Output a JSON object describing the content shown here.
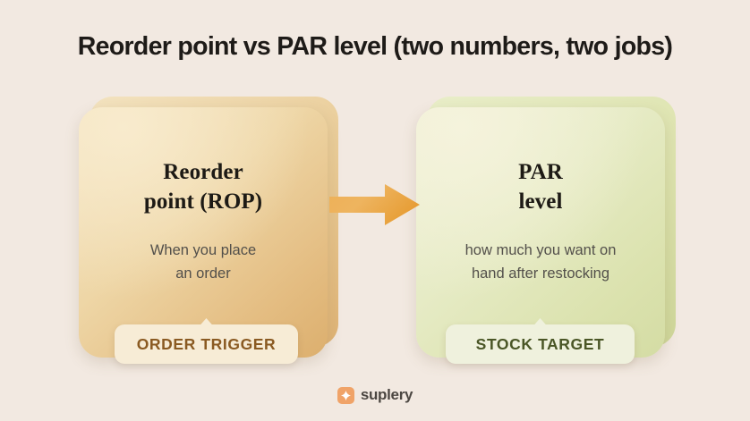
{
  "page": {
    "background_color": "#f2e9e1",
    "title": "Reorder point vs PAR level (two numbers, two jobs)"
  },
  "diagram": {
    "arrow": {
      "icon": "arrow-right-icon",
      "direction": "left-to-right",
      "color": "#e9a53f"
    },
    "cards": [
      {
        "id": "reorder-point",
        "heading_line1": "Reorder",
        "heading_line2": "point (ROP)",
        "subtext_line1": "When you place",
        "subtext_line2": "an order",
        "badge_label": "ORDER TRIGGER",
        "card_color_light": "#f4e4c2",
        "card_color_dark": "#dcaf6e",
        "badge_bg": "#f7ecd6",
        "badge_text_color": "#8a5a22"
      },
      {
        "id": "par-level",
        "heading_line1": "PAR",
        "heading_line2": "level",
        "subtext_line1": "how much you want on",
        "subtext_line2": "hand after restocking",
        "badge_label": "STOCK TARGET",
        "card_color_light": "#eef1d7",
        "card_color_dark": "#d4dca4",
        "badge_bg": "#eff1dd",
        "badge_text_color": "#4a5626"
      }
    ]
  },
  "footer": {
    "logo_icon": "suplery-sparkle-logo-icon",
    "brand": "suplery",
    "brand_color": "#f0a368"
  }
}
